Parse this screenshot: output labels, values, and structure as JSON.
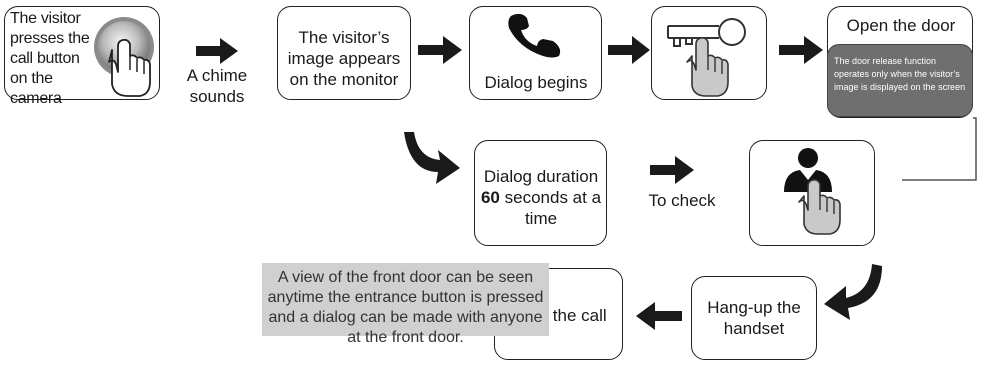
{
  "steps": {
    "visitor_press": "The visitor presses the call button on the camera",
    "chime": "A chime sounds",
    "image_appears": "The visitor’s image appears on the monitor",
    "dialog_begins": "Dialog begins",
    "open_door": "Open the door",
    "door_release_note": "The door release function operates only when the visitor’s image is displayed on the screen",
    "duration_prefix": "Dialog duration",
    "duration_value": "60",
    "duration_suffix": "seconds at a time",
    "to_check": "To check",
    "hang_up": "Hang-up the handset",
    "ends_call": "Ends the call"
  },
  "note": "A view of the front door can be seen anytime the entrance button is pressed and a dialog can be made with anyone at the front door.",
  "colors": {
    "arrow": "#1a1a1a",
    "note_bg": "#d0d0d0",
    "panel_bg": "#6f6f6f"
  },
  "icons": [
    "call-button-press-icon",
    "phone-handset-icon",
    "key-press-icon",
    "person-press-icon"
  ]
}
